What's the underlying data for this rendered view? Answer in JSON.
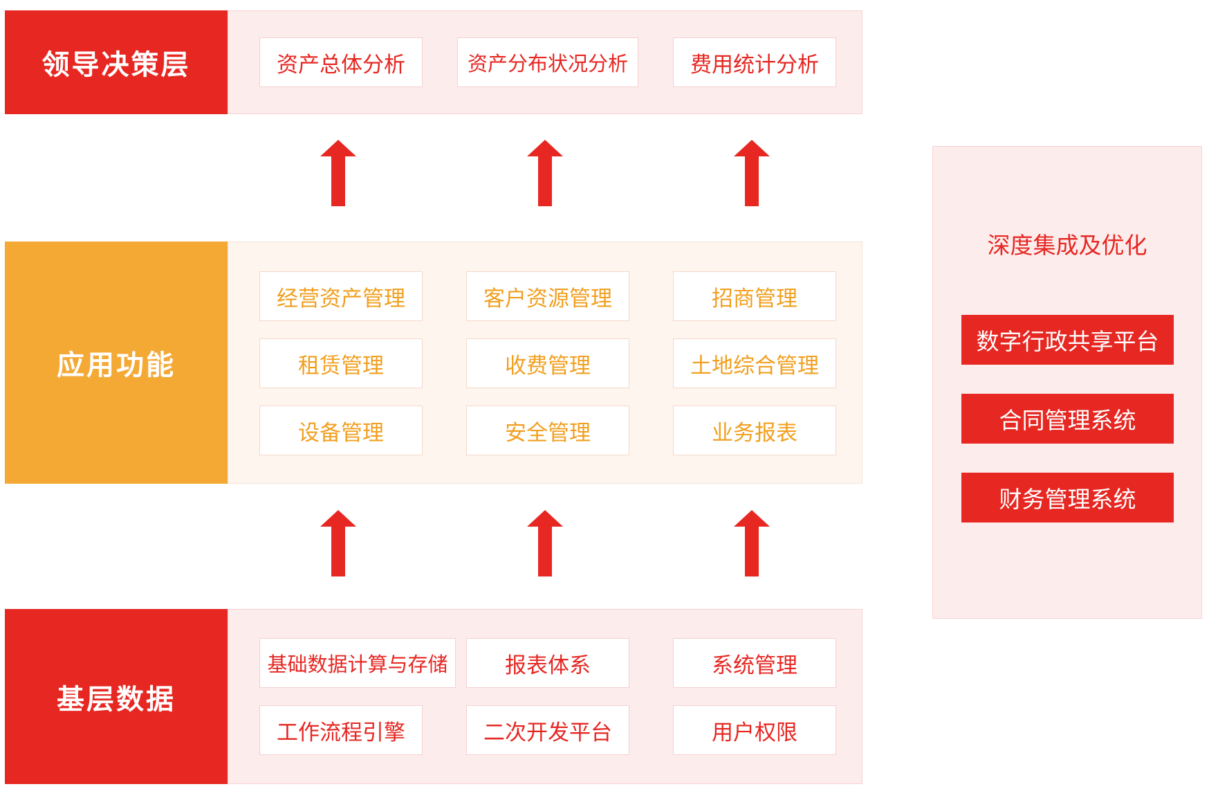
{
  "colors": {
    "red": "#e62722",
    "orange": "#f4a935",
    "orange_text": "#f19f1f",
    "red_panel_bg": "#fdecec",
    "orange_panel_bg": "#fef5ef"
  },
  "layers": {
    "decision": {
      "label": "领导决策层",
      "items": [
        "资产总体分析",
        "资产分布状况分析",
        "费用统计分析"
      ]
    },
    "application": {
      "label": "应用功能",
      "items": [
        "经营资产管理",
        "客户资源管理",
        "招商管理",
        "租赁管理",
        "收费管理",
        "土地综合管理",
        "设备管理",
        "安全管理",
        "业务报表"
      ]
    },
    "base": {
      "label": "基层数据",
      "items": [
        "基础数据计算与存储",
        "报表体系",
        "系统管理",
        "工作流程引擎",
        "二次开发平台",
        "用户权限"
      ]
    }
  },
  "arrows": {
    "icon": "up-arrow-icon",
    "upper_count": 3,
    "lower_count": 3
  },
  "integration": {
    "title": "深度集成及优化",
    "systems": [
      "数字行政共享平台",
      "合同管理系统",
      "财务管理系统"
    ]
  }
}
